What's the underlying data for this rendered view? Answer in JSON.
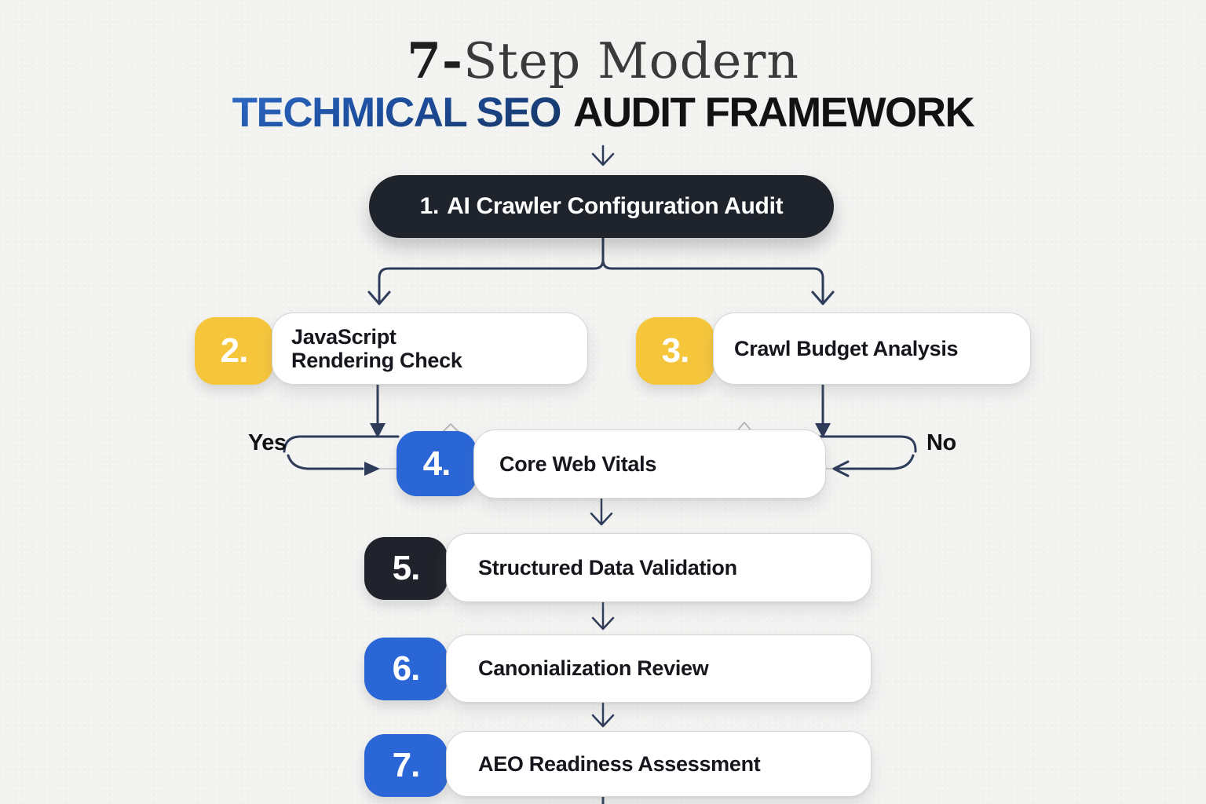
{
  "title": {
    "line1": {
      "bold": "7-",
      "rest": "Step Modern"
    },
    "line2": {
      "highlight": "TECHMICAL SEO",
      "rest": "AUDIT FRAMEWORK"
    }
  },
  "steps": [
    {
      "number": "1.",
      "label": "AI Crawler Configuration Audit",
      "badge_color": "#20232b"
    },
    {
      "number": "2.",
      "label": "JavaScript\nRendering Check",
      "badge_color": "#f5c53b"
    },
    {
      "number": "3.",
      "label": "Crawl Budget Analysis",
      "badge_color": "#f5c53b"
    },
    {
      "number": "4.",
      "label": "Core Web Vitals",
      "badge_color": "#2a66d6"
    },
    {
      "number": "5.",
      "label": "Structured Data Validation",
      "badge_color": "#20232b"
    },
    {
      "number": "6.",
      "label": "Canonialization Review",
      "badge_color": "#2a66d6"
    },
    {
      "number": "7.",
      "label": "AEO Readiness Assessment",
      "badge_color": "#2a66d6"
    }
  ],
  "branch": {
    "yes": "Yes",
    "no": "No"
  },
  "colors": {
    "background": "#f2f2f0",
    "accent_yellow": "#f5c53b",
    "accent_blue": "#2a66d6",
    "dark": "#20232b",
    "arrow": "#2e3c5a",
    "title_blue_gradient_start": "#2e6bc8",
    "title_blue_gradient_end": "#16345f"
  }
}
